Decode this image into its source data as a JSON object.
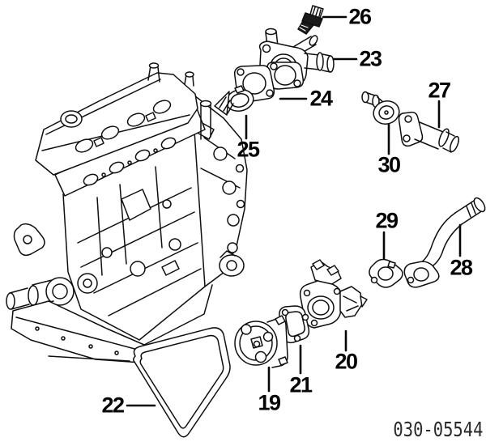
{
  "figure": {
    "type": "exploded-parts-diagram",
    "drawing_number": "030-05544",
    "colors": {
      "background": "#ffffff",
      "line": "#0f0f0f",
      "label_text": "#050505"
    },
    "callouts": [
      {
        "number": "19"
      },
      {
        "number": "20"
      },
      {
        "number": "21"
      },
      {
        "number": "22"
      },
      {
        "number": "23"
      },
      {
        "number": "24"
      },
      {
        "number": "25"
      },
      {
        "number": "26"
      },
      {
        "number": "27"
      },
      {
        "number": "28"
      },
      {
        "number": "29"
      },
      {
        "number": "30"
      }
    ]
  }
}
